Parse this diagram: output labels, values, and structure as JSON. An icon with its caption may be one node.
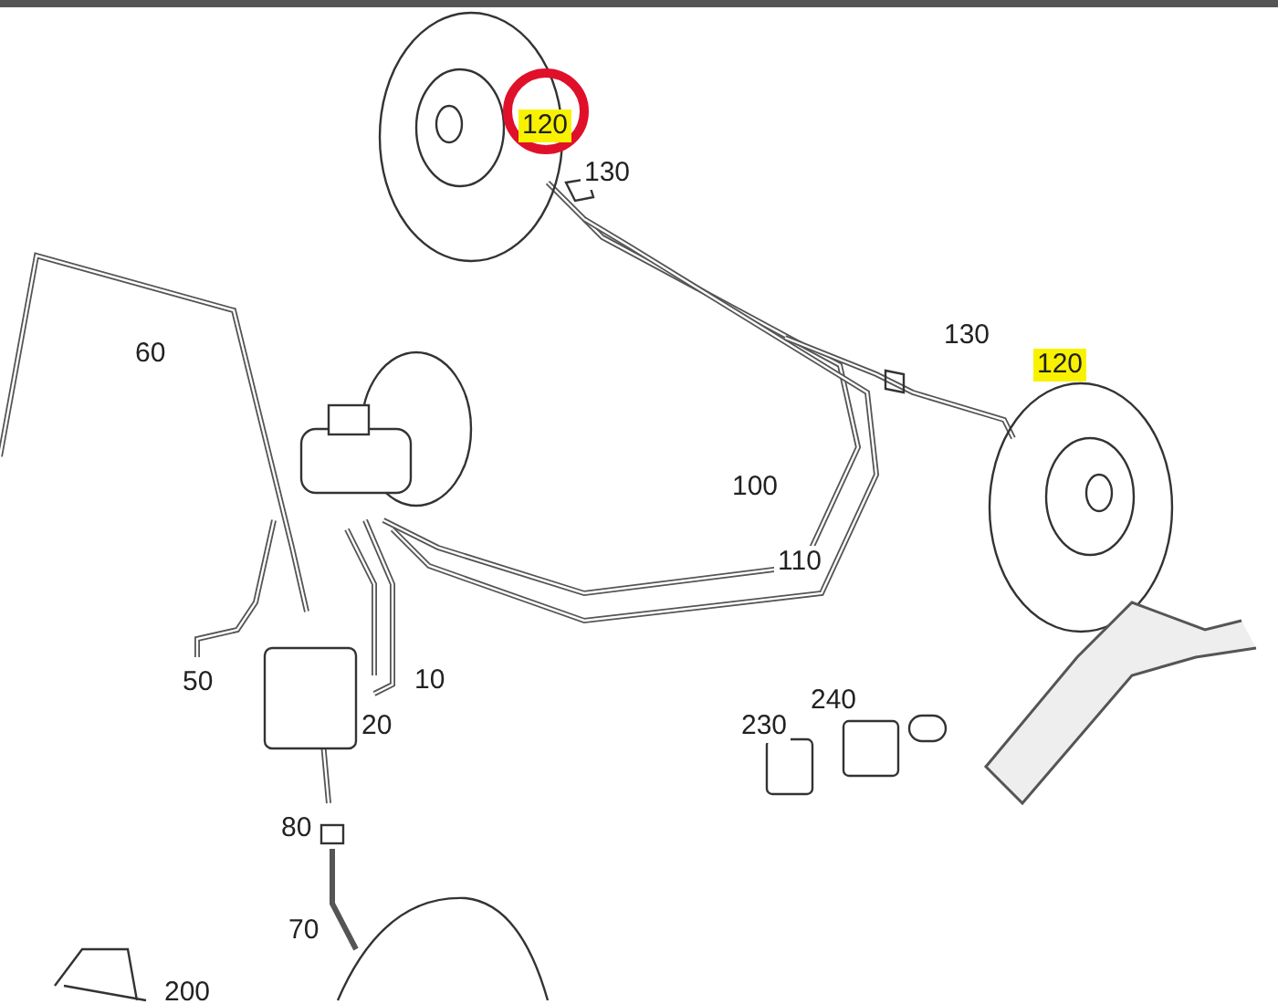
{
  "diagram": {
    "labels": [
      "120",
      "130",
      "60",
      "130",
      "120",
      "100",
      "110",
      "50",
      "10",
      "20",
      "230",
      "240",
      "80",
      "70",
      "200"
    ]
  }
}
